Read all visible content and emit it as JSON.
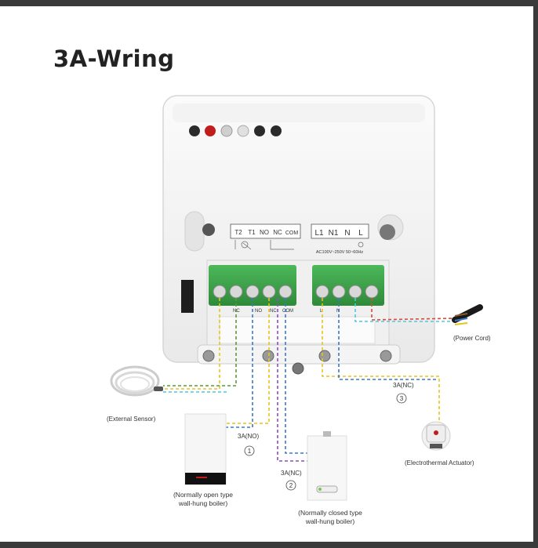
{
  "title": "3A-Wring",
  "terminals_left": [
    "T2",
    "T1",
    "NO",
    "NC",
    "COM"
  ],
  "terminals_right": [
    "L1",
    "N1",
    "N",
    "L"
  ],
  "voltage_label": "AC100V~250V 50~60Hz",
  "wire_tags_left": [
    "NC",
    "NO",
    "NC",
    "COM"
  ],
  "wire_tags_right": [
    "L",
    "N"
  ],
  "labels": {
    "power_cord": "(Power Cord)",
    "external_sensor": "(External Sensor)",
    "actuator": "(Electrothermal Actuator)",
    "boiler_open_line1": "(Normally open type",
    "boiler_open_line2": "wall-hung boiler)",
    "boiler_closed_line1": "(Normally closed type",
    "boiler_closed_line2": "wall-hung boiler)"
  },
  "circuits": [
    {
      "tag": "3A(NO)",
      "number": "1"
    },
    {
      "tag": "3A(NC)",
      "number": "2"
    },
    {
      "tag": "3A(NC)",
      "number": "3"
    }
  ],
  "colors": {
    "yellow_wire": "#e8c41a",
    "blue_wire": "#3b78c8",
    "purple_wire": "#8a4fc0",
    "cyan_wire": "#4fc8e0",
    "green_wire": "#5a9a3a",
    "red_wire": "#d84a3a",
    "terminal_green": "#3fa24a"
  }
}
